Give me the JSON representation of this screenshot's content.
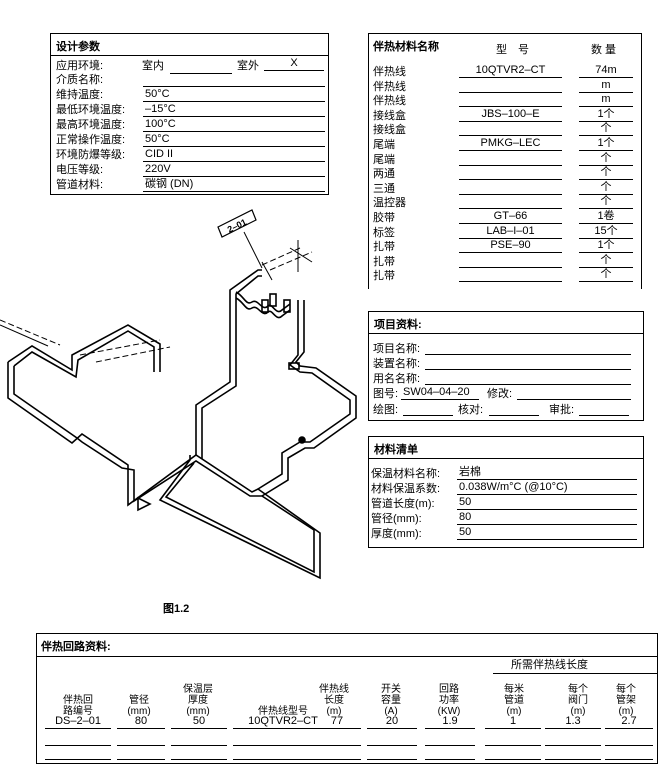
{
  "design": {
    "title": "设计参数",
    "env_label": "应用环境:",
    "indoor_label": "室内",
    "outdoor_label": "室外",
    "outdoor_mark": "X",
    "rows": [
      {
        "label": "介质名称:",
        "value": ""
      },
      {
        "label": "维持温度:",
        "value": "50°C"
      },
      {
        "label": "最低环境温度:",
        "value": "–15°C"
      },
      {
        "label": "最高环境温度:",
        "value": "100°C"
      },
      {
        "label": "正常操作温度:",
        "value": "50°C"
      },
      {
        "label": "环境防爆等级:",
        "value": "CID II"
      },
      {
        "label": "电压等级:",
        "value": "220V"
      },
      {
        "label": "管道材料:",
        "value": "碳钢 (DN)"
      }
    ]
  },
  "materials": {
    "title": "伴热材料名称",
    "col_model": "型　号",
    "col_qty": "数 量",
    "rows": [
      {
        "name": "伴热线",
        "model": "10QTVR2–CT",
        "qty": "74m"
      },
      {
        "name": "伴热线",
        "model": "",
        "qty": "m"
      },
      {
        "name": "伴热线",
        "model": "",
        "qty": "m"
      },
      {
        "name": "接线盒",
        "model": "JBS–100–E",
        "qty": "1个"
      },
      {
        "name": "接线盒",
        "model": "",
        "qty": "个"
      },
      {
        "name": "尾端",
        "model": "PMKG–LEC",
        "qty": "1个"
      },
      {
        "name": "尾端",
        "model": "",
        "qty": "个"
      },
      {
        "name": "两通",
        "model": "",
        "qty": "个"
      },
      {
        "name": "三通",
        "model": "",
        "qty": "个"
      },
      {
        "name": "温控器",
        "model": "",
        "qty": "个"
      },
      {
        "name": "胶带",
        "model": "GT–66",
        "qty": "1卷"
      },
      {
        "name": "标签",
        "model": "LAB–I–01",
        "qty": "15个"
      },
      {
        "name": "扎带",
        "model": "PSE–90",
        "qty": "1个"
      },
      {
        "name": "扎带",
        "model": "",
        "qty": "个"
      },
      {
        "name": "扎带",
        "model": "",
        "qty": "个"
      }
    ]
  },
  "project": {
    "title": "项目资料:",
    "name_label": "项目名称:",
    "device_label": "装置名称:",
    "user_label": "用名名称:",
    "drawing_label": "图号:",
    "drawing_value": "SW04–04–20",
    "revision_label": "修改:",
    "draw_label": "绘图:",
    "check_label": "核对:",
    "approve_label": "审批:"
  },
  "insulation": {
    "title": "材料清单",
    "rows": [
      {
        "label": "保温材料名称:",
        "value": "岩棉"
      },
      {
        "label": "材料保温系数:",
        "value": "0.038W/m°C (@10°C)"
      },
      {
        "label": "管道长度(m):",
        "value": "50"
      },
      {
        "label": "管径(mm):",
        "value": "80"
      },
      {
        "label": "厚度(mm):",
        "value": "50"
      }
    ]
  },
  "figure": {
    "caption": "图1.2",
    "tag": "2–01"
  },
  "circuit": {
    "title": "伴热回路资料:",
    "group_header": "所需伴热线长度",
    "headers": [
      [
        "伴热回",
        "路编号"
      ],
      [
        "管径",
        "(mm)"
      ],
      [
        "保温层",
        "厚度",
        "(mm)"
      ],
      [
        "伴热线型号"
      ],
      [
        "伴热线",
        "长度",
        "(m)"
      ],
      [
        "开关",
        "容量",
        "(A)"
      ],
      [
        "回路",
        "功率",
        "(KW)"
      ],
      [
        "每米",
        "管道",
        "(m)"
      ],
      [
        "每个",
        "阀门",
        "(m)"
      ],
      [
        "每个",
        "管架",
        "(m)"
      ]
    ],
    "row": [
      "DS–2–01",
      "80",
      "50",
      "10QTVR2–CT",
      "77",
      "20",
      "1.9",
      "1",
      "1.3",
      "2.7"
    ]
  }
}
